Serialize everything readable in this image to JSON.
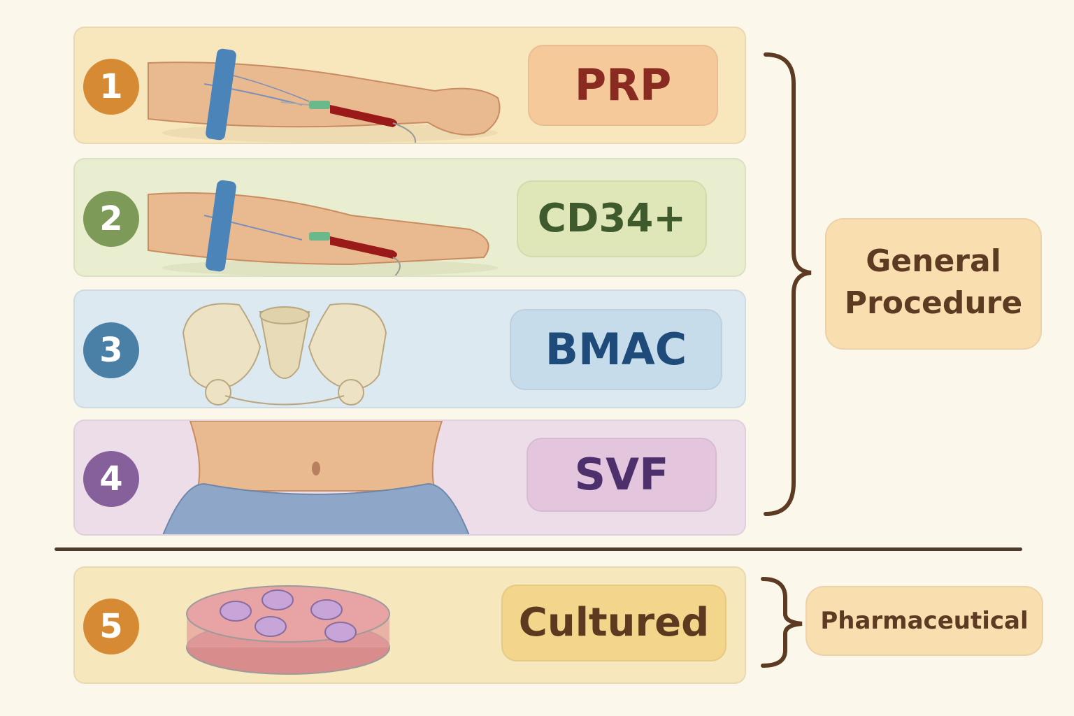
{
  "rows": [
    {
      "number": "1",
      "label": "PRP",
      "bg": "#f8e6bd",
      "badge": "#d68a33",
      "tag_bg": "#f5c99a",
      "tag_color": "#8a2b22"
    },
    {
      "number": "2",
      "label": "CD34+",
      "bg": "#eaeed0",
      "badge": "#7e9a58",
      "tag_bg": "#dfe6b7",
      "tag_color": "#3f5a2c"
    },
    {
      "number": "3",
      "label": "BMAC",
      "bg": "#dde9f0",
      "badge": "#4a7fa6",
      "tag_bg": "#c7dcea",
      "tag_color": "#1f4b7a"
    },
    {
      "number": "4",
      "label": "SVF",
      "bg": "#eddde9",
      "badge": "#86609a",
      "tag_bg": "#e3c6dd",
      "tag_color": "#4d2f6b"
    },
    {
      "number": "5",
      "label": "Cultured",
      "bg": "#f7e7bd",
      "badge": "#d68a33",
      "tag_bg": "#f3d58c",
      "tag_color": "#5d3a1f"
    }
  ],
  "groups": {
    "general": {
      "line1": "General",
      "line2": "Procedure"
    },
    "pharmaceutical": {
      "label": "Pharmaceutical"
    }
  },
  "illustrations": [
    "arm-blood-draw",
    "arm-blood-draw",
    "pelvis-bone",
    "abdomen",
    "petri-dish-cells"
  ]
}
